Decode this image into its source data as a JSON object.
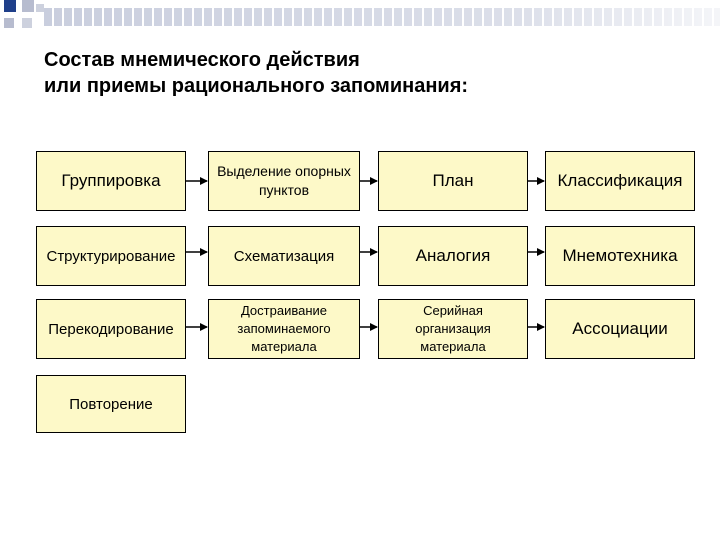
{
  "title": {
    "line1": "Состав мнемического действия",
    "line2": "или приемы рационального запоминания:"
  },
  "rows": [
    [
      "Группировка",
      "Выделение опорных пунктов",
      "План",
      "Классификация"
    ],
    [
      "Структурирование",
      "Схематизация",
      "Аналогия",
      "Мнемотехника"
    ],
    [
      "Перекодирование",
      "Достраивание запоминаемого материала",
      "Серийная организация материала",
      "Ассоциации"
    ],
    [
      "Повторение"
    ]
  ],
  "colors": {
    "box_fill": "#fdf9c8",
    "border": "#000000",
    "accent": "#1f3f8a"
  }
}
